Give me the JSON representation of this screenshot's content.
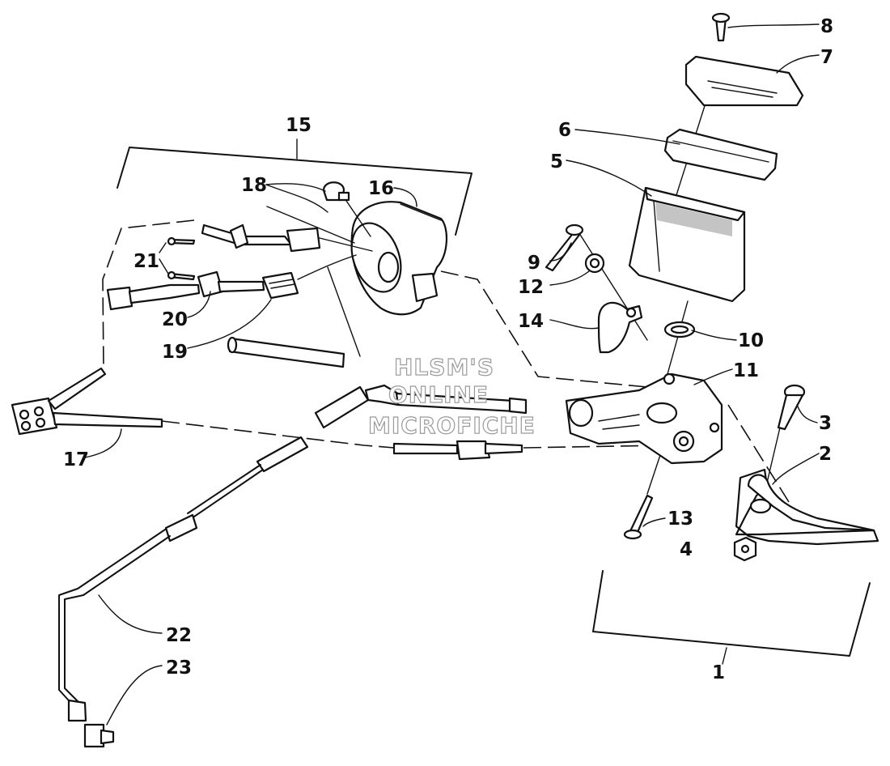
{
  "watermark": {
    "lines": [
      "HLSM'S",
      "ONLINE",
      "MICROFICHE"
    ]
  },
  "callouts": [
    "1",
    "2",
    "3",
    "4",
    "5",
    "6",
    "7",
    "8",
    "9",
    "10",
    "11",
    "12",
    "13",
    "14",
    "15",
    "16",
    "17",
    "18",
    "19",
    "20",
    "21",
    "22",
    "23"
  ],
  "colors": {
    "ink": "#111111",
    "paper": "#ffffff",
    "watermark_outline": "#9a9a9a"
  }
}
